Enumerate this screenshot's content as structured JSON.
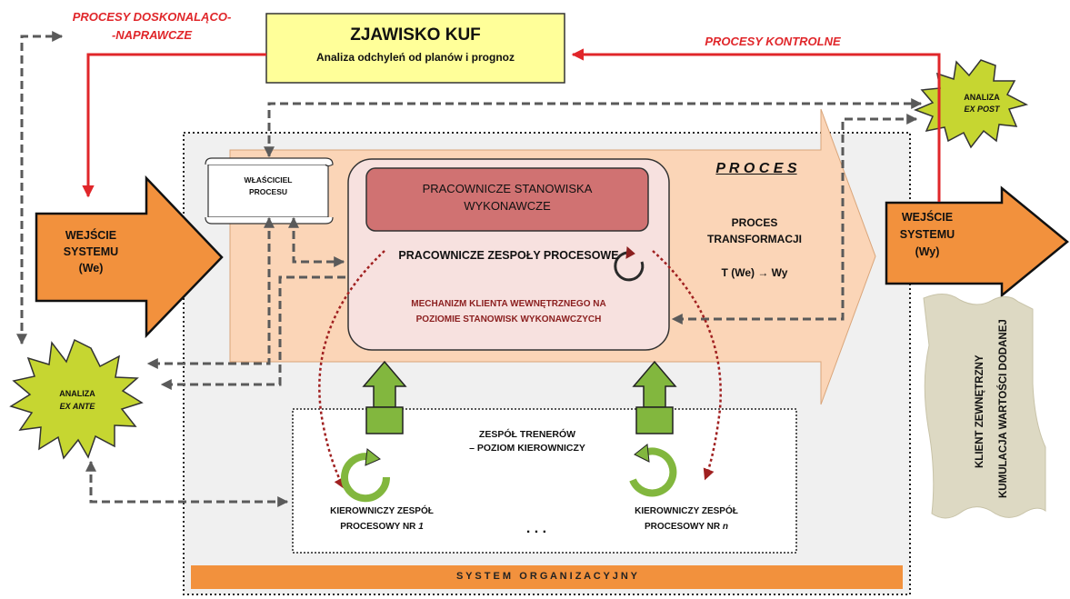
{
  "title_box": {
    "title": "ZJAWISKO KUF",
    "subtitle": "Analiza odchyleń od planów i prognoz"
  },
  "labels": {
    "improvement_processes_line1": "PROCESY DOSKONALĄCO-",
    "improvement_processes_line2": "-NAPRAWCZE",
    "control_processes": "PROCESY KONTROLNE"
  },
  "analysis_post": {
    "line1": "ANALIZA",
    "line2": "EX POST"
  },
  "analysis_ante": {
    "line1": "ANALIZA",
    "line2": "EX ANTE"
  },
  "system_input": {
    "line1": "WEJŚCIE",
    "line2": "SYSTEMU",
    "line3": "(We)"
  },
  "system_output": {
    "line1": "WEJŚCIE",
    "line2": "SYSTEMU",
    "line3": "(Wy)"
  },
  "process_owner": {
    "line1": "WŁAŚCICIEL",
    "line2": "PROCESU"
  },
  "process_title": "P R O C E S",
  "workstations": {
    "line1": "PRACOWNICZE STANOWISKA",
    "line2": "WYKONAWCZE"
  },
  "process_teams": "PRACOWNICZE ZESPOŁY PROCESOWE",
  "internal_client": {
    "line1": "MECHANIZM KLIENTA WEWNĘTRZNEGO NA",
    "line2": "POZIOMIE STANOWISK WYKONAWCZYCH"
  },
  "transformation": {
    "line1": "PROCES",
    "line2": "TRANSFORMACJI",
    "formula": "T (We) → Wy"
  },
  "trainers": {
    "line1": "ZESPÓŁ TRENERÓW",
    "line2": "– POZIOM KIEROWNICZY"
  },
  "manager_team_1": {
    "line1": "KIEROWNICZY ZESPÓŁ",
    "line2": "PROCESOWY NR",
    "number": "1"
  },
  "manager_team_n": {
    "line1": "KIEROWNICZY ZESPÓŁ",
    "line2": "PROCESOWY NR",
    "number": "n"
  },
  "ellipsis": ". . .",
  "system_bar": "S Y S T E M   O R G A N I Z A C Y J N Y",
  "external_client": {
    "line1": "KLIENT ZEWNĘTRZNY",
    "line2": "KUMULACJA WARTOŚCI DODANEJ"
  },
  "colors": {
    "red": "#e0262a",
    "orange": "#f2913d",
    "peach": "#fbd5b7",
    "yellow": "#ffff99",
    "lime": "#c6d631",
    "green": "#82b73e",
    "rose": "#d07272",
    "pink_panel": "#f7e1df",
    "parchment": "#ddd9c3",
    "gray_frame": "#f0f0f0"
  }
}
